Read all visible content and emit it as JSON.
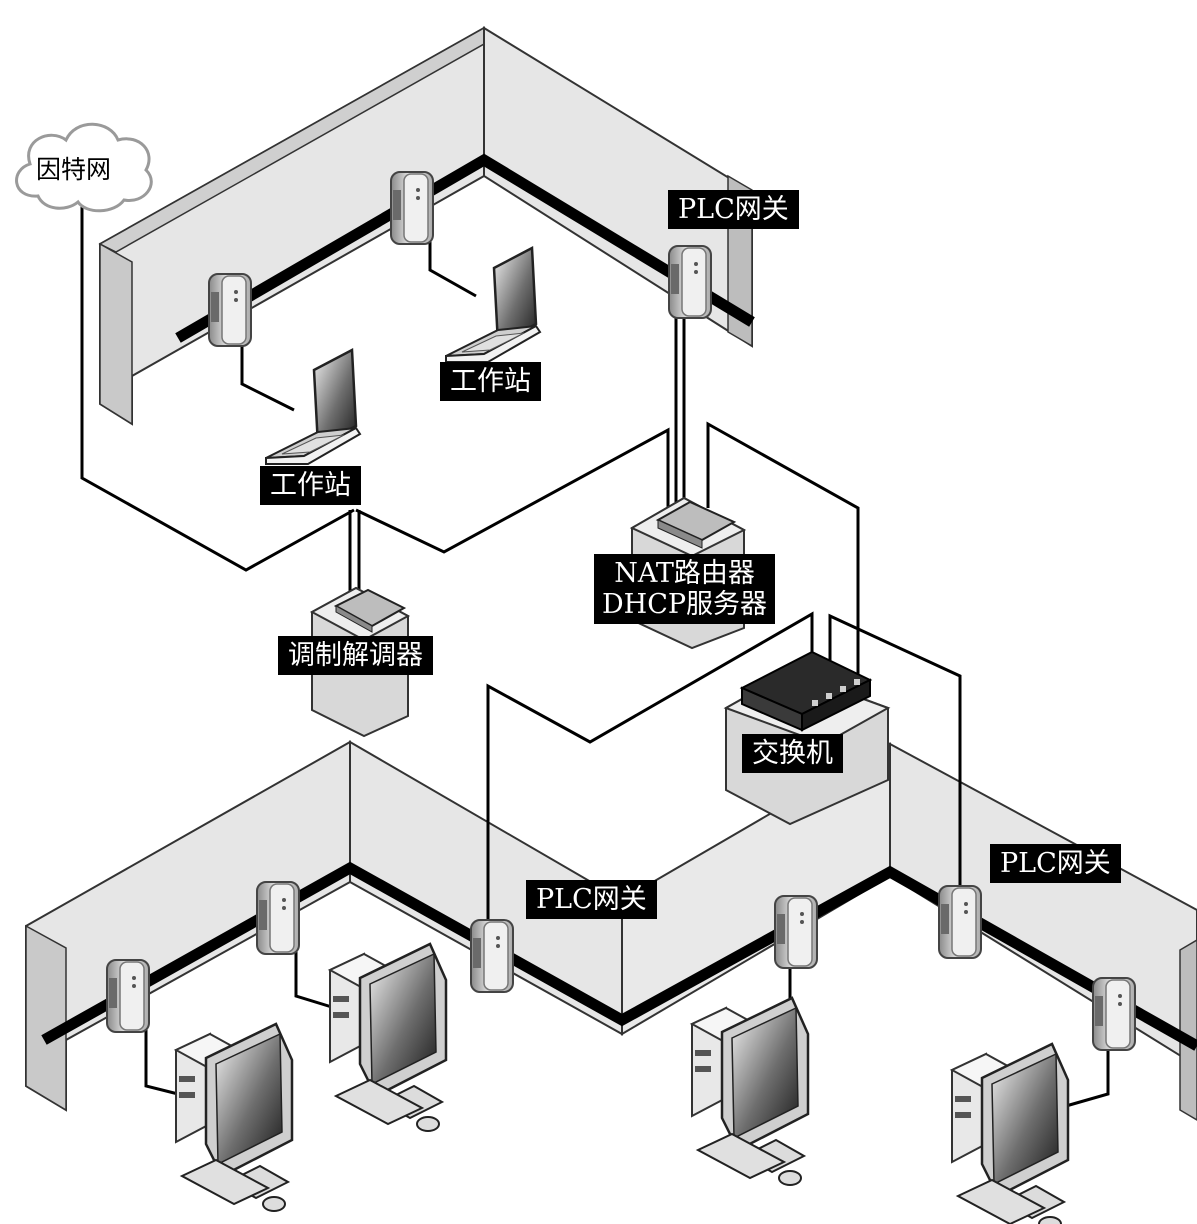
{
  "internet_label": "因特网",
  "labels": {
    "plc_gateway_top": "PLC网关",
    "workstation_right": "工作站",
    "workstation_left": "工作站",
    "nat_router_line1": "NAT路由器",
    "nat_router_line2": "DHCP服务器",
    "modem": "调制解调器",
    "switch": "交换机",
    "plc_gateway_middle": "PLC网关",
    "plc_gateway_right": "PLC网关"
  },
  "colors": {
    "wall_face": "#e6e6e6",
    "wall_side": "#c9c9c9",
    "label_bg": "#000000",
    "label_text": "#ffffff",
    "wire": "#000000"
  }
}
